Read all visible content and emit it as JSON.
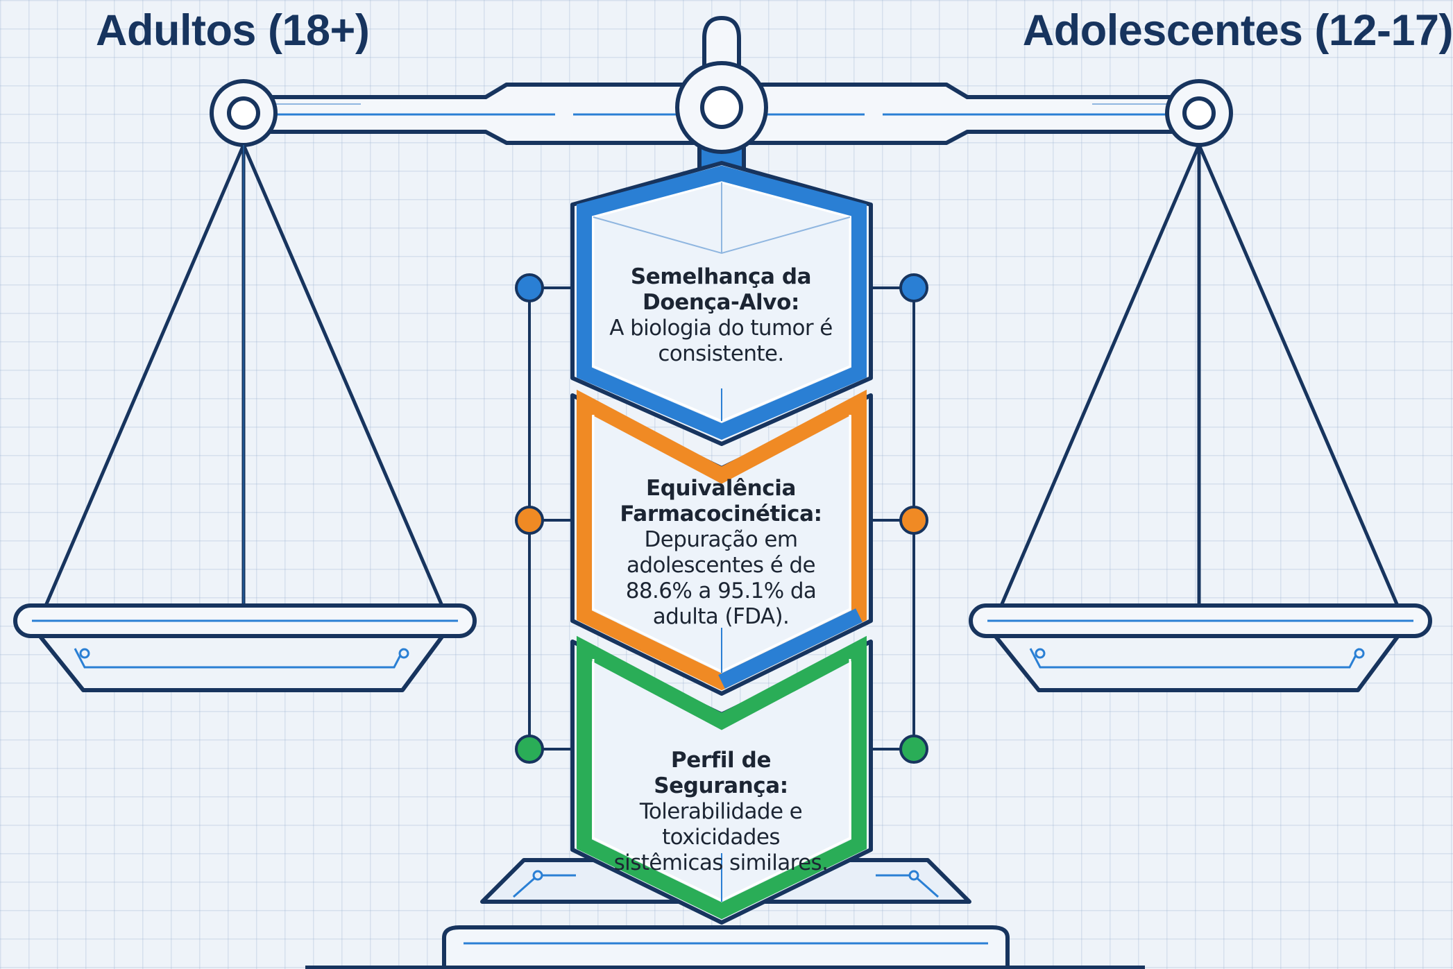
{
  "titles": {
    "left": "Adultos (18+)",
    "right": "Adolescentes (12-17)"
  },
  "pillars": [
    {
      "heading": "Semelhança da Doença-Alvo:",
      "body": "A biologia do tumor é consistente.",
      "color": "#2a7fd4"
    },
    {
      "heading": "Equivalência Farmacocinética:",
      "body": "Depuração em adolescentes é de 88.6% a 95.1% da adulta (FDA).",
      "color": "#f08a24"
    },
    {
      "heading": "Perfil de Segurança:",
      "body": "Tolerabilidade e toxicidades sistêmicas similares.",
      "color": "#2aad57"
    }
  ],
  "colors": {
    "ink": "#17345e",
    "grid_background": "#eef3f9",
    "accent_blue": "#2a7fd4",
    "accent_orange": "#f08a24",
    "accent_green": "#2aad57"
  }
}
